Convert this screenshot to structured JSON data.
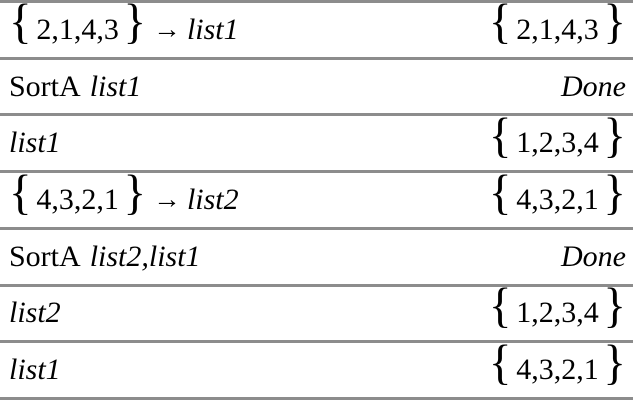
{
  "app": "calculator-history",
  "colors": {
    "divider": "#8c8c8c",
    "background": "#ffffff",
    "text": "#000000"
  },
  "rows": [
    {
      "input": [
        {
          "s": "brace-open",
          "t": "{"
        },
        {
          "s": "roman",
          "t": "2,1,4,3"
        },
        {
          "s": "brace-close",
          "t": "}"
        },
        {
          "s": "arrow",
          "t": "→"
        },
        {
          "s": "italic",
          "t": "list1"
        }
      ],
      "result": [
        {
          "s": "brace-open",
          "t": "{"
        },
        {
          "s": "roman",
          "t": "2,1,4,3"
        },
        {
          "s": "brace-close",
          "t": "}"
        }
      ]
    },
    {
      "input": [
        {
          "s": "kw",
          "t": "SortA"
        },
        {
          "s": "italic",
          "t": "list1"
        }
      ],
      "result": [
        {
          "s": "italic",
          "t": "Done"
        }
      ]
    },
    {
      "input": [
        {
          "s": "italic",
          "t": "list1"
        }
      ],
      "result": [
        {
          "s": "brace-open",
          "t": "{"
        },
        {
          "s": "roman",
          "t": "1,2,3,4"
        },
        {
          "s": "brace-close",
          "t": "}"
        }
      ]
    },
    {
      "input": [
        {
          "s": "brace-open",
          "t": "{"
        },
        {
          "s": "roman",
          "t": "4,3,2,1"
        },
        {
          "s": "brace-close",
          "t": "}"
        },
        {
          "s": "arrow",
          "t": "→"
        },
        {
          "s": "italic",
          "t": "list2"
        }
      ],
      "result": [
        {
          "s": "brace-open",
          "t": "{"
        },
        {
          "s": "roman",
          "t": "4,3,2,1"
        },
        {
          "s": "brace-close",
          "t": "}"
        }
      ]
    },
    {
      "input": [
        {
          "s": "kw",
          "t": "SortA"
        },
        {
          "s": "italic",
          "t": "list2,list1"
        }
      ],
      "result": [
        {
          "s": "italic",
          "t": "Done"
        }
      ]
    },
    {
      "input": [
        {
          "s": "italic",
          "t": "list2"
        }
      ],
      "result": [
        {
          "s": "brace-open",
          "t": "{"
        },
        {
          "s": "roman",
          "t": "1,2,3,4"
        },
        {
          "s": "brace-close",
          "t": "}"
        }
      ]
    },
    {
      "input": [
        {
          "s": "italic",
          "t": "list1"
        }
      ],
      "result": [
        {
          "s": "brace-open",
          "t": "{"
        },
        {
          "s": "roman",
          "t": "4,3,2,1"
        },
        {
          "s": "brace-close",
          "t": "}"
        }
      ]
    }
  ]
}
